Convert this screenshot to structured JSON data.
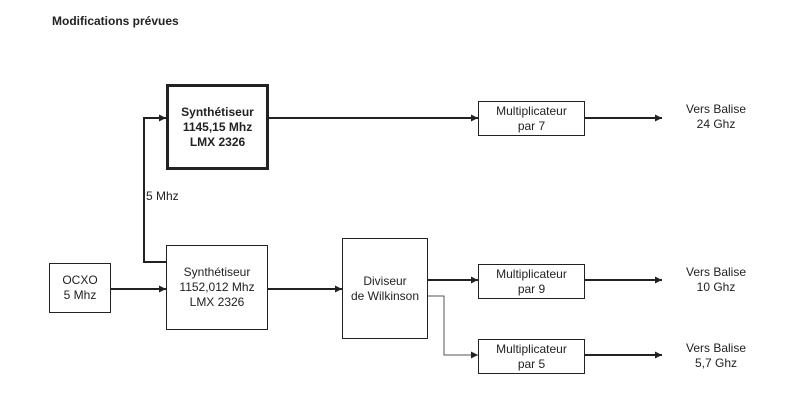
{
  "title": "Modifications prévues",
  "blocks": {
    "synth_top": "Synthétiseur\n1145,15 Mhz\nLMX 2326",
    "synth_main": "Synthétiseur\n1152,012 Mhz\nLMX 2326",
    "ocxo": "OCXO\n5 Mhz",
    "divider": "Diviseur\nde Wilkinson",
    "mult_7": "Multiplicateur\npar 7",
    "mult_9": "Multiplicateur\npar 9",
    "mult_5": "Multiplicateur\npar 5"
  },
  "outputs": {
    "out_24": "Vers Balise\n24 Ghz",
    "out_10": "Vers Balise\n10 Ghz",
    "out_57": "Vers Balise\n5,7 Ghz"
  },
  "ref_label": "5 Mhz"
}
